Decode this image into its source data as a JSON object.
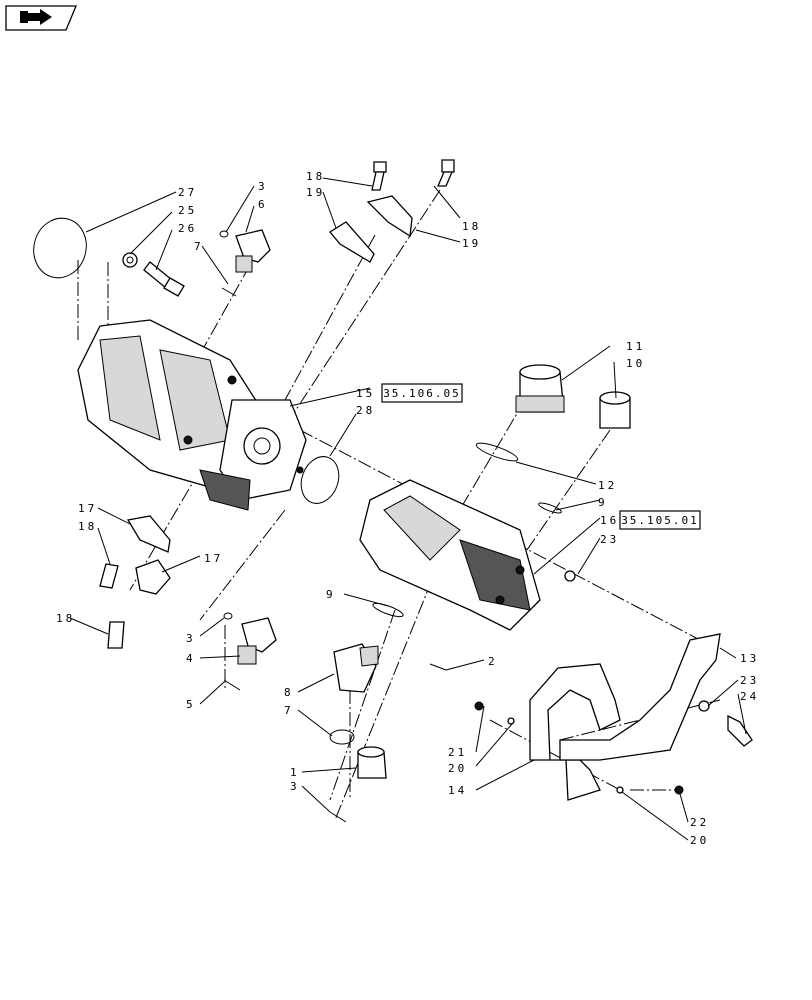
{
  "diagram": {
    "nav_icon": "forward-arrow-icon",
    "reference_boxes": {
      "ref_upper": "35.106.05",
      "ref_lower": "35.105.01"
    },
    "callouts": {
      "c27": "27",
      "c25": "25",
      "c26": "26",
      "c3a": "3",
      "c6": "6",
      "c7a": "7",
      "c18a": "18",
      "c19a": "19",
      "c18b": "18",
      "c19b": "19",
      "c15": "15",
      "c28": "28",
      "c11": "11",
      "c10": "10",
      "c12": "12",
      "c9a": "9",
      "c16": "16",
      "c23a": "23",
      "c17a": "17",
      "c18c": "18",
      "c17b": "17",
      "c18d": "18",
      "c3b": "3",
      "c4": "4",
      "c5": "5",
      "c9b": "9",
      "c2": "2",
      "c8": "8",
      "c7b": "7",
      "c1": "1",
      "c3c": "3",
      "c13": "13",
      "c23b": "23",
      "c24": "24",
      "c21": "21",
      "c20a": "20",
      "c14": "14",
      "c22": "22",
      "c20b": "20"
    }
  }
}
